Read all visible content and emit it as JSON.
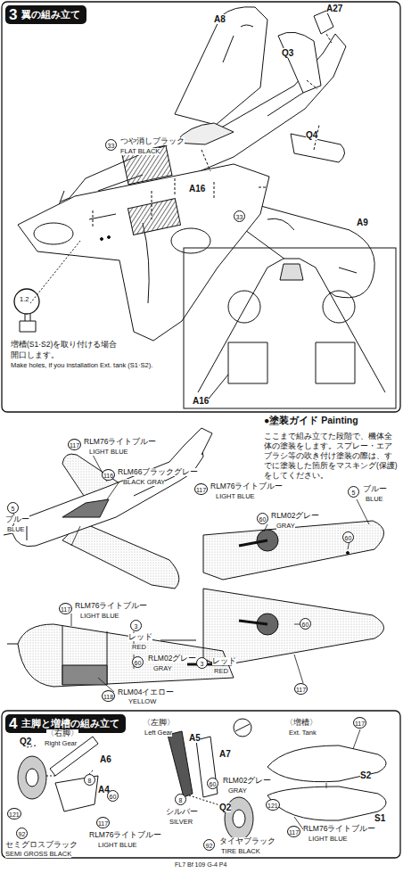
{
  "diagram": {
    "nodes": [
      {
        "text": [
          "3",
          "翼の組み立て"
        ]
      },
      {
        "text": [
          "4",
          "主脚と増槽の組み立て"
        ]
      }
    ],
    "labels": [
      "A8",
      "A27",
      "Q3",
      "33",
      "つや消しブラック",
      "FLAT BLACK",
      "Q4",
      "A9",
      "A16",
      "33",
      "1.2",
      "増槽(S1·S2)を取り付ける場合",
      "開口します。",
      "Make holes, if you installation Ext. tank (S1·S2).",
      "A16",
      "●塗装ガイド Painting",
      "ここまで組み立てた段階で、機体全体の塗装をします。スプレー・エアブラシ等の吹き付け塗装の際は、すでに塗装した箇所をマスキング(保護)をしてください。",
      "117",
      "RLM76ライトブルー",
      "LIGHT BLUE",
      "116",
      "RLM66ブラックグレー",
      "BLACK GRAY",
      "5",
      "ブルー",
      "BLUE",
      "117",
      "RLM76ライトブルー",
      "LIGHT BLUE",
      "5",
      "ブルー",
      "BLUE",
      "60",
      "RLM02グレー",
      "GRAY",
      "60",
      "117",
      "RLM76ライトブルー",
      "LIGHT BLUE",
      "3",
      "レッド",
      "RED",
      "60",
      "3",
      "レッド",
      "RED",
      "60",
      "RLM02グレー",
      "GRAY",
      "117",
      "118",
      "RLM04イエロー",
      "YELLOW",
      "〈右脚〉",
      "Right Gear",
      "〈左脚〉",
      "Left Gear",
      "〈増槽〉",
      "Ext. Tank",
      "A5",
      "A6",
      "A4",
      "A7",
      "Q2",
      "Q2",
      "8",
      "60",
      "121",
      "92",
      "セミグロスブラック",
      "SEMI GROSS BLACK",
      "117",
      "RLM76ライトブルー",
      "LIGHT BLUE",
      "8",
      "シルバー",
      "SILVER",
      "60",
      "RLM02グレー",
      "GRAY",
      "121",
      "92",
      "タイヤブラック",
      "TIRE BLACK",
      "117",
      "S2",
      "S1",
      "117",
      "RLM76ライトブルー",
      "LIGHT BLUE",
      "FL7 Bf 109 G-4 P4"
    ]
  }
}
